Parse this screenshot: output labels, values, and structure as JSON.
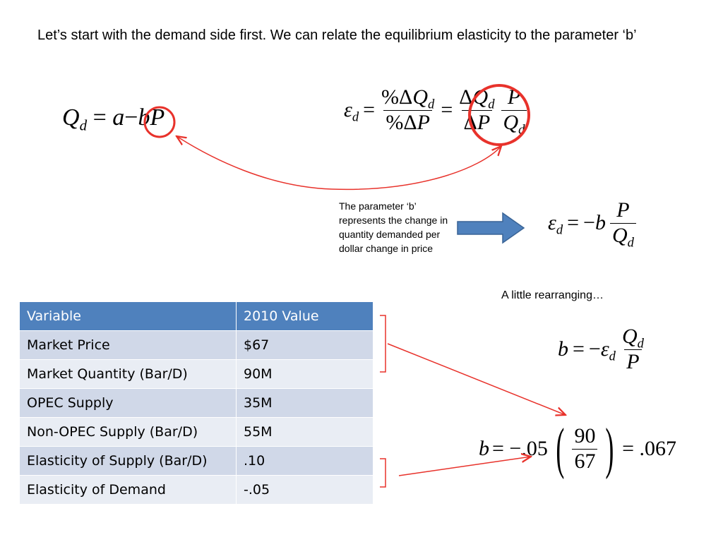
{
  "intro_text": "Let’s start with the demand side first.  We can relate the equilibrium elasticity to the parameter ‘b’",
  "note_text": "The parameter ‘b’ represents the change in quantity demanded per dollar change in price",
  "rearrange_text": "A little rearranging…",
  "equations": {
    "eq5": {
      "lhs": "b",
      "coef": "= −.05",
      "num": "90",
      "den": "67",
      "result": "= .067"
    }
  },
  "table": {
    "headers": [
      "Variable",
      "2010 Value"
    ],
    "rows": [
      [
        "Market Price",
        "$67"
      ],
      [
        "Market Quantity (Bar/D)",
        "90M"
      ],
      [
        "OPEC Supply",
        "35M"
      ],
      [
        "Non-OPEC Supply (Bar/D)",
        "55M"
      ],
      [
        "Elasticity of Supply (Bar/D)",
        ".10"
      ],
      [
        "Elasticity of Demand",
        "-.05"
      ]
    ]
  },
  "colors": {
    "header": "#4f81bd",
    "row_odd": "#d0d8e8",
    "row_even": "#e9edf4",
    "annotation": "#e8322b",
    "arrow": "#4f81bd"
  }
}
